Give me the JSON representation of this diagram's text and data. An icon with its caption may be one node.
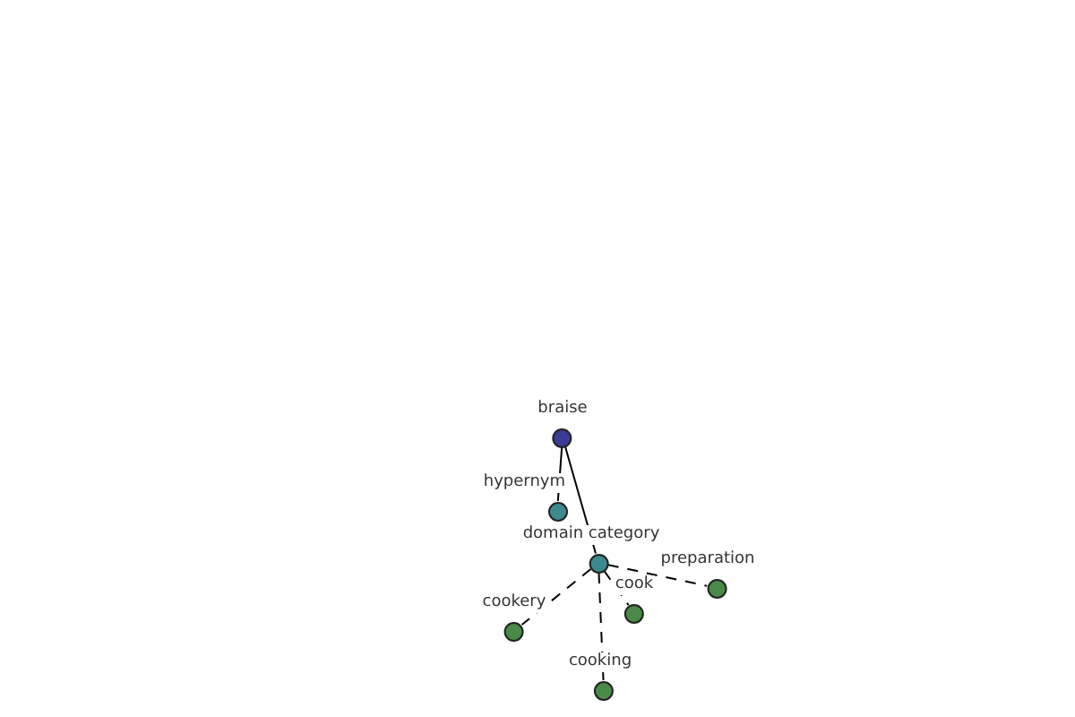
{
  "diagram": {
    "nodes": [
      {
        "text": [
          "braise"
        ]
      },
      {
        "text": [
          "hypernym"
        ]
      },
      {
        "text": [
          "domain category"
        ]
      },
      {
        "text": [
          "preparation"
        ]
      },
      {
        "text": [
          "cook"
        ]
      },
      {
        "text": [
          "cookery"
        ]
      },
      {
        "text": [
          "cooking"
        ]
      }
    ],
    "edges": [
      {
        "from": 0,
        "to": 1,
        "arrow": "none"
      },
      {
        "from": 0,
        "to": 2,
        "arrow": "none"
      },
      {
        "from": 2,
        "to": 3,
        "arrow": "none",
        "style": "dashed"
      },
      {
        "from": 2,
        "to": 4,
        "arrow": "none",
        "style": "dashed"
      },
      {
        "from": 2,
        "to": 5,
        "arrow": "none",
        "style": "dashed"
      },
      {
        "from": 2,
        "to": 6,
        "arrow": "none",
        "style": "dashed"
      }
    ]
  }
}
